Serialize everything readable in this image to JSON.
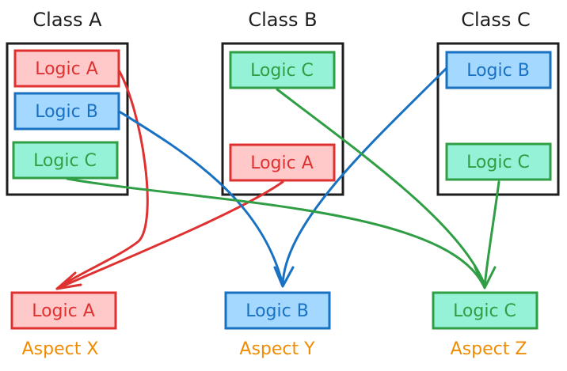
{
  "colors": {
    "red_fill": "#ffc9c9",
    "red_stroke": "#e03131",
    "blue_fill": "#a5d8ff",
    "blue_stroke": "#1971c2",
    "green_fill": "#96f2d7",
    "green_stroke": "#2f9e44",
    "aspect_label": "#f08c00",
    "class_border": "#1e1e1e"
  },
  "classes": [
    {
      "title": "Class A",
      "logics": [
        "Logic A",
        "Logic B",
        "Logic C"
      ]
    },
    {
      "title": "Class B",
      "logics": [
        "Logic C",
        "Logic A"
      ]
    },
    {
      "title": "Class C",
      "logics": [
        "Logic B",
        "Logic C"
      ]
    }
  ],
  "aspects": [
    {
      "logic": "Logic A",
      "label": "Aspect X"
    },
    {
      "logic": "Logic B",
      "label": "Aspect Y"
    },
    {
      "logic": "Logic C",
      "label": "Aspect Z"
    }
  ]
}
